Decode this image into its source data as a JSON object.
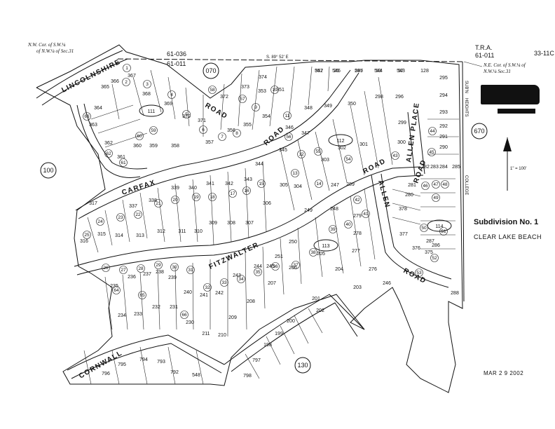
{
  "header": {
    "tra_label": "T.R.A.",
    "tra_code": "61-011",
    "page_number": "33-11C",
    "tra_divider_top": "61-036",
    "tra_divider_bottom": "61-011",
    "bearing_top": "S. 89° 52' E"
  },
  "corners": {
    "nw": [
      "N.W. Cor. of S.W.¼",
      "of N.W.¼ of Sec.31"
    ],
    "ne": [
      "N.E. Cor. of S.W.¼ of",
      "N.W.¼ Sec.31"
    ]
  },
  "title": {
    "subdivision": "Subdivision   No. 1",
    "name": "CLEAR  LAKE  BEACH"
  },
  "scale_label": "1\" = 100'",
  "date_stamp": "MAR 2 9 2002",
  "north_symbol": "N",
  "book_pages": [
    "070",
    "100",
    "670",
    "130"
  ],
  "block_numbers": [
    "111",
    "112",
    "113",
    "114"
  ],
  "roads": [
    "LINCOLNSHIRE",
    "ROAD",
    "CARFAX",
    "ROAD",
    "FITZWALTER",
    "ROAD",
    "ALLEN",
    "ROAD",
    "ALLEN PLACE",
    "ROAD",
    "CORNWALL",
    "COLLEGE",
    "HEIGHTS",
    "SUB'N"
  ],
  "lots": [
    "352",
    "26",
    "297",
    "53",
    "57",
    "128",
    "295",
    "294",
    "293",
    "292",
    "291",
    "290",
    "298",
    "296",
    "299",
    "300",
    "301",
    "302",
    "303",
    "304",
    "305",
    "306",
    "307",
    "308",
    "309",
    "310",
    "311",
    "312",
    "313",
    "314",
    "315",
    "316",
    "317",
    "337",
    "338",
    "339",
    "340",
    "341",
    "342",
    "343",
    "344",
    "345",
    "346",
    "347",
    "348",
    "349",
    "350",
    "351",
    "353",
    "354",
    "355",
    "356",
    "357",
    "358",
    "359",
    "360",
    "361",
    "362",
    "363",
    "364",
    "365",
    "366",
    "367",
    "368",
    "369",
    "370",
    "371",
    "372",
    "373",
    "374",
    "375",
    "376",
    "377",
    "378",
    "280",
    "281",
    "282",
    "283",
    "284",
    "285",
    "286",
    "287",
    "288",
    "289",
    "279",
    "278",
    "277",
    "276",
    "246",
    "247",
    "248",
    "249",
    "250",
    "251",
    "245",
    "244",
    "243",
    "242",
    "241",
    "240",
    "239",
    "238",
    "237",
    "236",
    "235",
    "234",
    "233",
    "232",
    "231",
    "230",
    "211",
    "210",
    "209",
    "208",
    "207",
    "206",
    "205",
    "204",
    "203",
    "202",
    "201",
    "200",
    "199",
    "198",
    "797",
    "798",
    "796",
    "795",
    "794",
    "793",
    "792",
    "548",
    "547",
    "546",
    "545",
    "544",
    "543"
  ],
  "lot_circles": [
    "1",
    "2",
    "3",
    "4",
    "5",
    "6",
    "7",
    "8",
    "9",
    "10",
    "11",
    "12",
    "13",
    "14",
    "15",
    "16",
    "17",
    "18",
    "19",
    "20",
    "21",
    "22",
    "23",
    "24",
    "25",
    "26",
    "27",
    "28",
    "29",
    "30",
    "31",
    "32",
    "33",
    "34",
    "35",
    "36",
    "37",
    "38",
    "39",
    "40",
    "41",
    "42",
    "43",
    "44",
    "45",
    "46",
    "47",
    "48",
    "49",
    "50",
    "51",
    "52",
    "53",
    "54",
    "55",
    "56",
    "57",
    "58",
    "59",
    "60",
    "61",
    "62",
    "63",
    "64",
    "65",
    "66"
  ]
}
